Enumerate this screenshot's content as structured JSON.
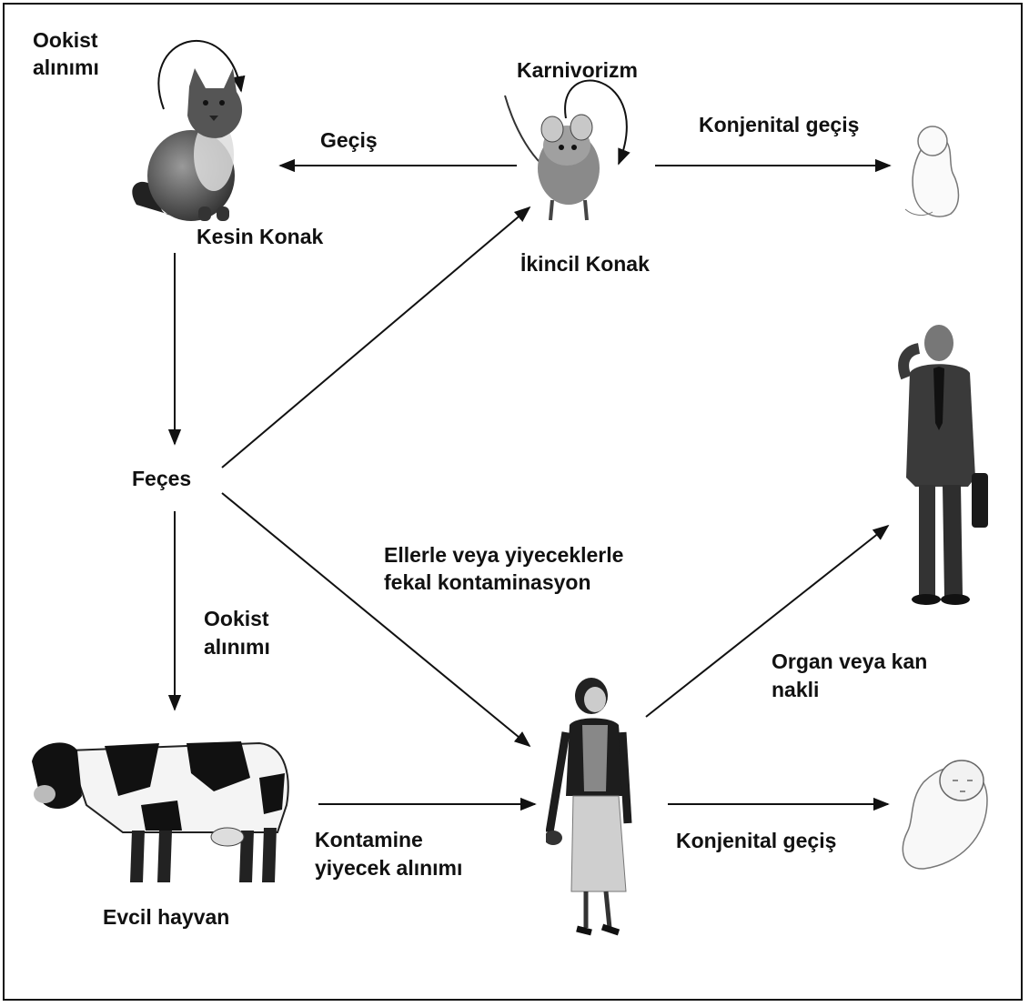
{
  "labels": {
    "ookist_top_1": "Ookist",
    "ookist_top_2": "alınımı",
    "karnivorizm": "Karnivorizm",
    "gecis": "Geçiş",
    "konjenital_top": "Konjenital geçiş",
    "kesin_konak": "Kesin Konak",
    "ikincil_konak": "İkincil Konak",
    "feces": "Feçes",
    "fecal_1": "Ellerle veya yiyeceklerle",
    "fecal_2": "fekal kontaminasyon",
    "ookist_mid_1": "Ookist",
    "ookist_mid_2": "alınımı",
    "organ_1": "Organ veya kan",
    "organ_2": "nakli",
    "kontamine_1": "Kontamine",
    "kontamine_2": "yiyecek alınımı",
    "konjenital_bottom": "Konjenital geçiş",
    "evcil_hayvan": "Evcil hayvan"
  },
  "figures": {
    "cat": "cat-illustration",
    "mouse": "mouse-illustration",
    "fetus": "fetus-illustration",
    "man": "man-illustration",
    "cow": "cow-illustration",
    "woman": "woman-illustration",
    "baby": "baby-illustration"
  }
}
